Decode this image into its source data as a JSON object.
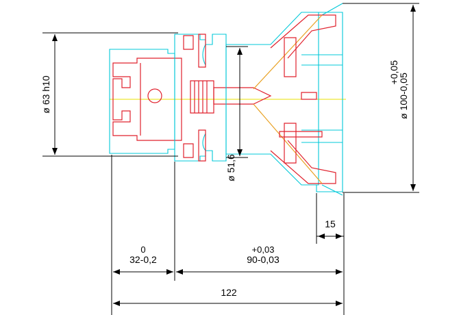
{
  "dimensions": {
    "diameter_63": "ø 63 h10",
    "diameter_51": "ø 51,6",
    "diameter_100_main": "ø 100-0,05",
    "diameter_100_upper": "+0,05",
    "length_15": "15",
    "length_32_upper": "0",
    "length_32_main": "32-0,2",
    "length_90_upper": "+0,03",
    "length_90_main": "90-0,03",
    "length_122": "122"
  },
  "colors": {
    "outline": "#00c8d8",
    "section": "#e0202c",
    "centerline": "#e8e000",
    "dimension": "#000000"
  }
}
